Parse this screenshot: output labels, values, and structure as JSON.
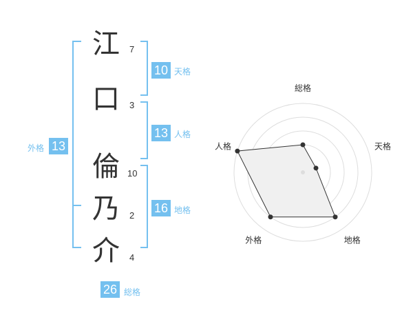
{
  "name": {
    "chars": [
      {
        "char": "江",
        "strokes": "7"
      },
      {
        "char": "口",
        "strokes": "3"
      },
      {
        "char": "倫",
        "strokes": "10"
      },
      {
        "char": "乃",
        "strokes": "2"
      },
      {
        "char": "介",
        "strokes": "4"
      }
    ]
  },
  "fortunes": {
    "tenkaku": {
      "label": "天格",
      "value": "10"
    },
    "jinkaku": {
      "label": "人格",
      "value": "13"
    },
    "chikaku": {
      "label": "地格",
      "value": "16"
    },
    "gaikaku": {
      "label": "外格",
      "value": "13"
    },
    "soukaku": {
      "label": "総格",
      "value": "26"
    }
  },
  "colors": {
    "accent": "#74c0ef",
    "text": "#333333",
    "grid": "#dddddd",
    "fill": "#f0f0f0"
  },
  "chart_data": {
    "type": "radar",
    "axes": [
      "総格",
      "天格",
      "地格",
      "外格",
      "人格"
    ],
    "values": [
      2,
      1,
      4,
      4,
      5
    ],
    "rmax": 5,
    "rings": 5
  }
}
